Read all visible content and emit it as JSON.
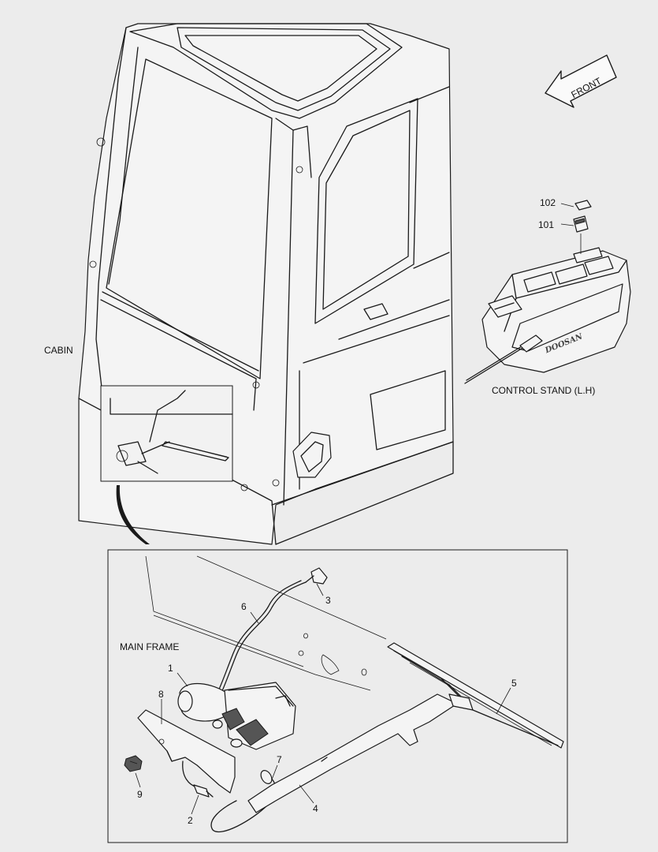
{
  "front_label": "FRONT",
  "cabin_label": "CABIN",
  "control_stand_label": "CONTROL STAND (L.H)",
  "main_frame_label": "MAIN FRAME",
  "callouts": [
    "1",
    "2",
    "3",
    "4",
    "5",
    "6",
    "7",
    "8",
    "9",
    "101",
    "102"
  ],
  "logo_text": "DOOSAN"
}
